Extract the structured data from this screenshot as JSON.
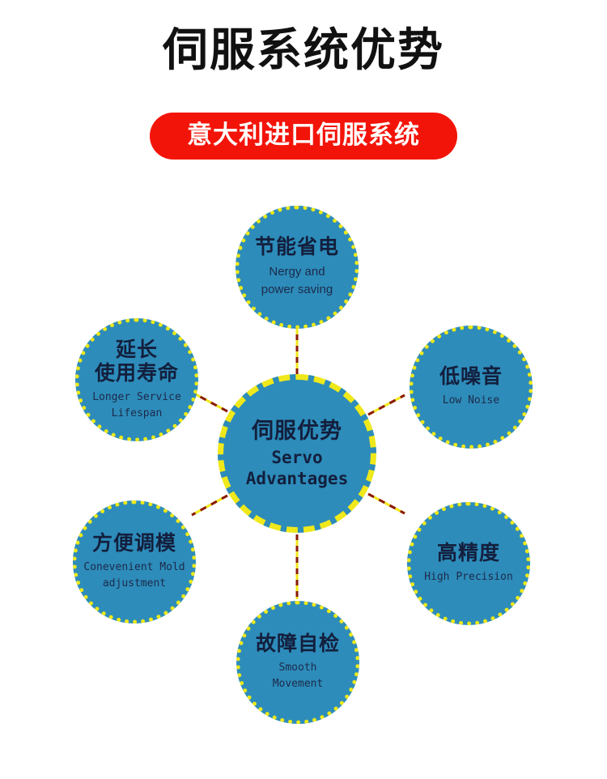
{
  "page": {
    "title": "伺服系统优势",
    "badge": "意大利进口伺服系统",
    "background_color": "#ffffff",
    "title_color": "#111111",
    "badge_color": "#f31409",
    "bubble_fill_color": "#2d8cba",
    "bubble_border_color": "#ece81c",
    "bubble_text_color": "#131f3d",
    "connector_color": "#8b1a08",
    "connector_accent_color": "#f0e81b"
  },
  "diagram": {
    "center": {
      "cn": "伺服优势",
      "en": "Servo\nAdvantages"
    },
    "nodes": [
      {
        "id": "energy-saving",
        "cn": "节能省电",
        "en": "Nergy and\npower saving"
      },
      {
        "id": "low-noise",
        "cn": "低噪音",
        "en": "Low Noise"
      },
      {
        "id": "high-precision",
        "cn": "高精度",
        "en": "High Precision"
      },
      {
        "id": "self-check",
        "cn": "故障自检",
        "en": "Smooth\nMovement"
      },
      {
        "id": "mold-adjust",
        "cn": "方便调模",
        "en": "Conevenient Mold\nadjustment"
      },
      {
        "id": "long-lifespan",
        "cn": "延长\n使用寿命",
        "en": "Longer Service\nLifespan"
      }
    ]
  }
}
